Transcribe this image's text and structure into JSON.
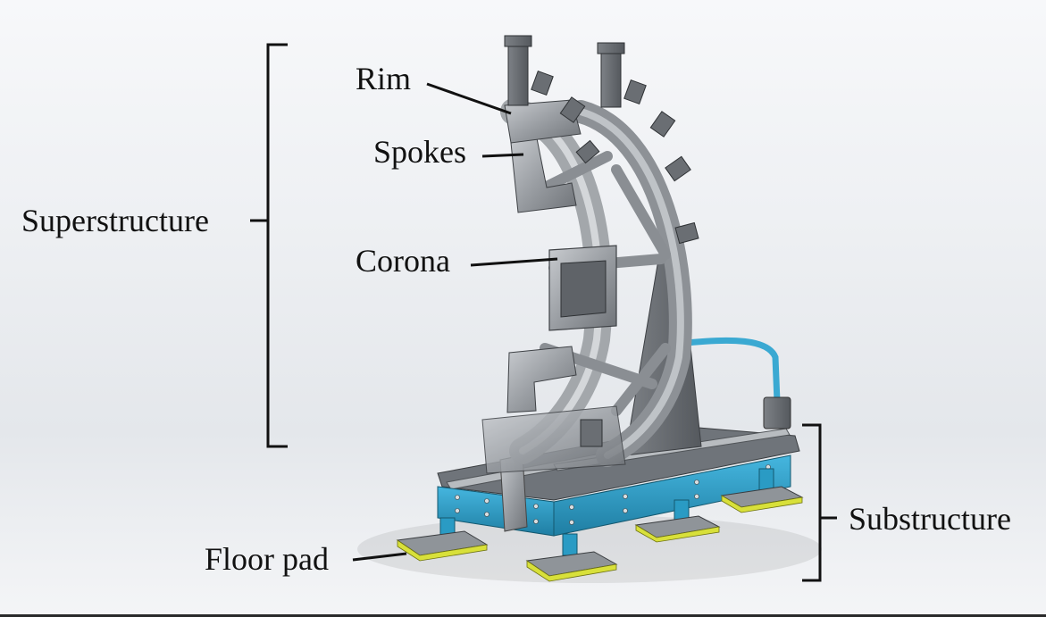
{
  "labels": {
    "rim": "Rim",
    "spokes": "Spokes",
    "corona": "Corona",
    "superstructure": "Superstructure",
    "substructure": "Substructure",
    "floor_pad": "Floor pad"
  },
  "colors": {
    "frame_blue": "#2a9bc4",
    "steel": "#9fa3a8",
    "pad_yellow": "#d8e03a",
    "bracket": "#111111"
  }
}
